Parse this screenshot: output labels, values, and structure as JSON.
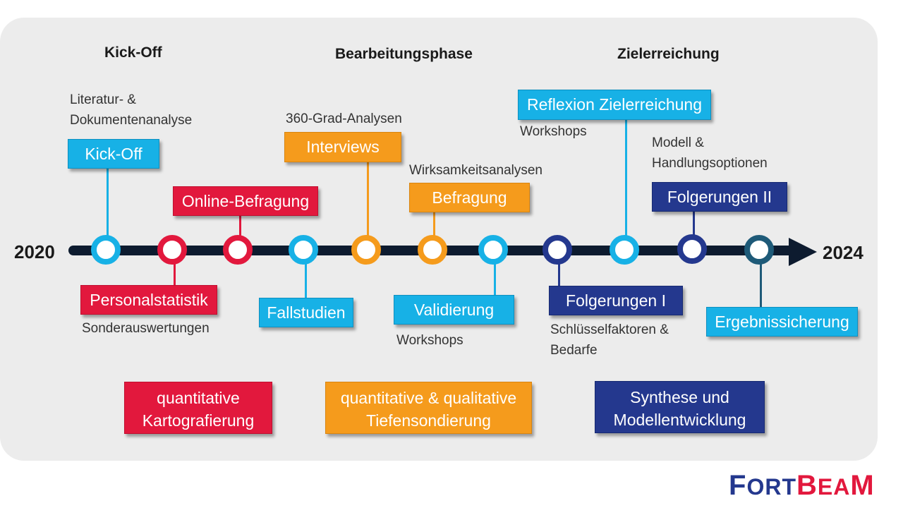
{
  "phases": {
    "kickoff": "Kick-Off",
    "bearbeitung": "Bearbeitungsphase",
    "ziel": "Zielerreichung"
  },
  "timeline": {
    "start_year": "2020",
    "end_year": "2024"
  },
  "notes": {
    "literatur_1": "Literatur- &",
    "literatur_2": "Dokumentenanalyse",
    "grad360": "360-Grad-Analysen",
    "wirksamkeit": "Wirksamkeitsanalysen",
    "workshops_top": "Workshops",
    "modell_1": "Modell &",
    "modell_2": "Handlungsoptionen",
    "sonder": "Sonderauswertungen",
    "workshops_bottom": "Workshops",
    "schluessel_1": "Schlüsselfaktoren &",
    "schluessel_2": "Bedarfe"
  },
  "milestones": {
    "kickoff": "Kick-Off",
    "online_befragung": "Online-Befragung",
    "interviews": "Interviews",
    "befragung": "Befragung",
    "reflexion": "Reflexion Zielerreichung",
    "folgerungen_2": "Folgerungen II",
    "personalstatistik": "Personalstatistik",
    "fallstudien": "Fallstudien",
    "validierung": "Validierung",
    "folgerungen_1": "Folgerungen I",
    "ergebnissicherung": "Ergebnissicherung"
  },
  "summaries": {
    "quant_1": "quantitative",
    "quant_2": "Kartografierung",
    "qual_1": "quantitative & qualitative",
    "qual_2": "Tiefensondierung",
    "synth_1": "Synthese und",
    "synth_2": "Modellentwicklung"
  },
  "logo": {
    "f": "F",
    "ort": "ORT",
    "b": "B",
    "ea": "EA",
    "m": "M"
  },
  "colors": {
    "blue": "#17b1e6",
    "red": "#e2183d",
    "orange": "#f59b1c",
    "navy": "#24388e",
    "teal": "#1e5a78",
    "axis": "#0d1b2f",
    "panel": "#ececec"
  }
}
